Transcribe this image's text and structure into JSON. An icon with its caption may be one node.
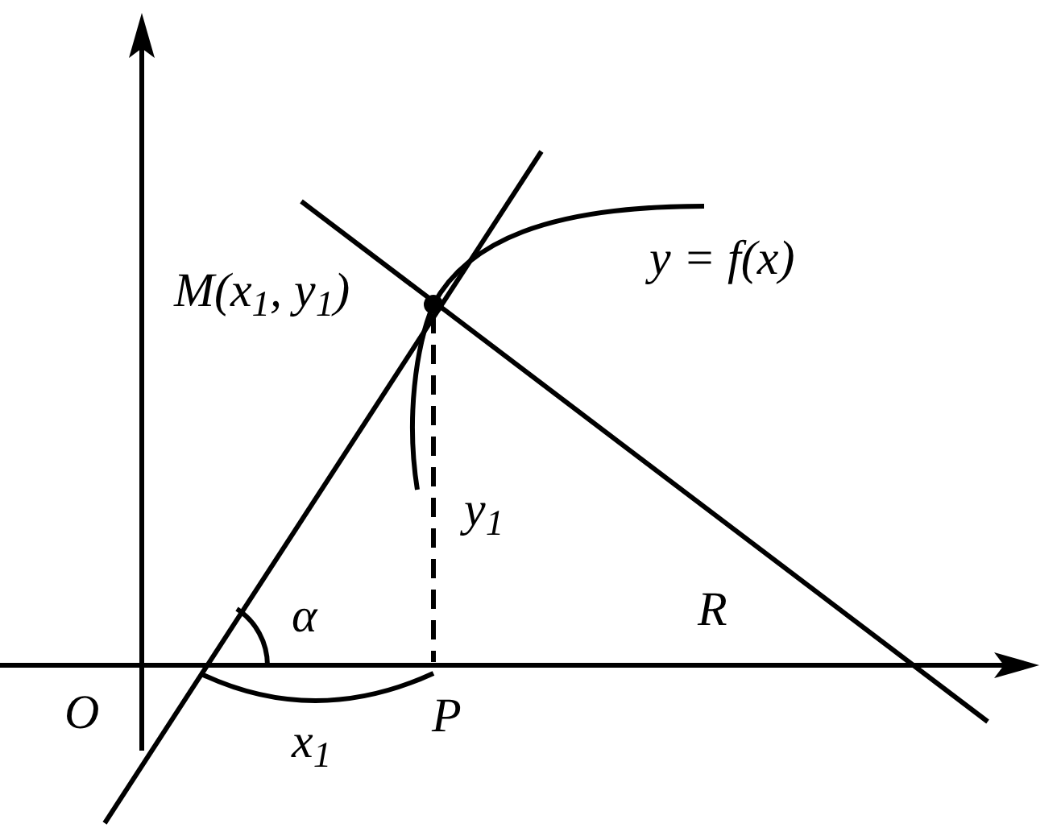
{
  "diagram": {
    "labels": [
      "M(x$_{1}$, y$_{1}$)",
      "y = f(x)",
      "y$_{1}$",
      "α",
      "R",
      "O",
      "x$_{1}$",
      "P"
    ]
  }
}
